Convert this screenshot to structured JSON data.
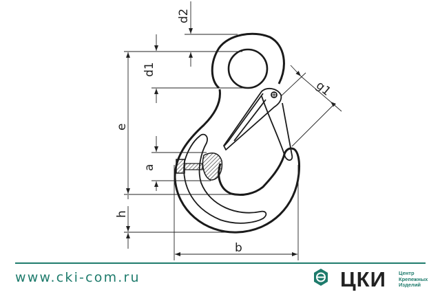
{
  "diagram": {
    "labels": {
      "d2": "d2",
      "d1": "d1",
      "e": "e",
      "a": "a",
      "h": "h",
      "b": "b",
      "g1": "g1"
    }
  },
  "footer": {
    "url": "www.cki-com.ru",
    "logo_text": "ЦКИ",
    "logo_subtitle": [
      "Центр",
      "Крепежных",
      "Изделий"
    ],
    "accent_color": "#1e7b6c"
  }
}
